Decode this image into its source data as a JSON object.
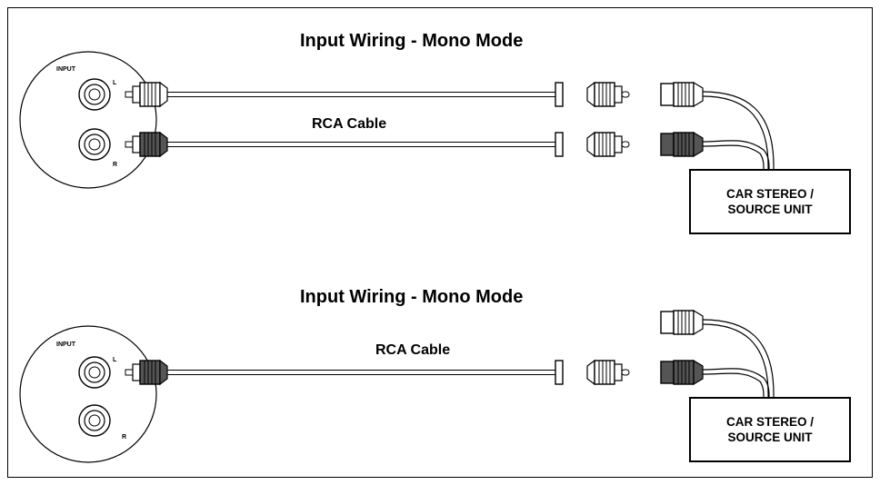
{
  "diagrams": [
    {
      "title": "Input Wiring - Mono Mode",
      "cable_label": "RCA Cable",
      "panel_label": "INPUT",
      "left_label": "L",
      "right_label": "R",
      "unit_lines": [
        "CAR STEREO /",
        "SOURCE UNIT"
      ]
    },
    {
      "title": "Input Wiring - Mono Mode",
      "cable_label": "RCA Cable",
      "panel_label": "INPUT",
      "left_label": "L",
      "right_label": "R",
      "unit_lines": [
        "CAR STEREO /",
        "SOURCE UNIT"
      ]
    }
  ],
  "colors": {
    "line": "#000000",
    "fill_dark": "#555555",
    "background": "#ffffff"
  }
}
